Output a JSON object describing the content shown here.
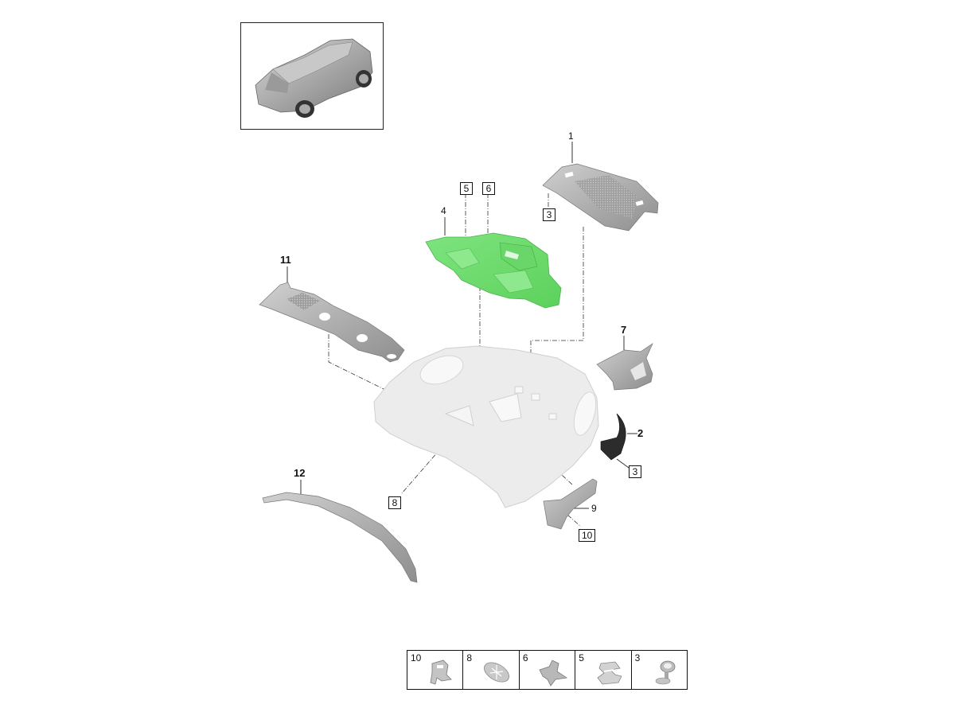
{
  "diagram": {
    "type": "exploded-parts-diagram",
    "subject": "Rear body section trim and insulation parts",
    "highlight_color": "#6fdc6f",
    "part_color": "#b8b8b8",
    "body_color": "#e9e9e9"
  },
  "thumbnail": {
    "icon": "vehicle-overview-icon",
    "description": "Vehicle overview (rear three-quarter top view)"
  },
  "callouts": [
    {
      "id": "1",
      "label": "1",
      "style": "plain"
    },
    {
      "id": "2",
      "label": "2",
      "style": "bold"
    },
    {
      "id": "3a",
      "label": "3",
      "style": "boxed"
    },
    {
      "id": "3b",
      "label": "3",
      "style": "boxed"
    },
    {
      "id": "4",
      "label": "4",
      "style": "plain",
      "highlighted": true
    },
    {
      "id": "5",
      "label": "5",
      "style": "boxed"
    },
    {
      "id": "6",
      "label": "6",
      "style": "boxed"
    },
    {
      "id": "7",
      "label": "7",
      "style": "bold"
    },
    {
      "id": "8",
      "label": "8",
      "style": "boxed"
    },
    {
      "id": "9",
      "label": "9",
      "style": "plain"
    },
    {
      "id": "10",
      "label": "10",
      "style": "boxed"
    },
    {
      "id": "11",
      "label": "11",
      "style": "bold"
    },
    {
      "id": "12",
      "label": "12",
      "style": "bold"
    }
  ],
  "legend": {
    "items": [
      {
        "number": "10",
        "icon": "clip-bracket-icon"
      },
      {
        "number": "8",
        "icon": "disc-fastener-icon"
      },
      {
        "number": "6",
        "icon": "expansion-clip-icon"
      },
      {
        "number": "5",
        "icon": "u-clip-icon"
      },
      {
        "number": "3",
        "icon": "push-rivet-icon"
      }
    ]
  }
}
